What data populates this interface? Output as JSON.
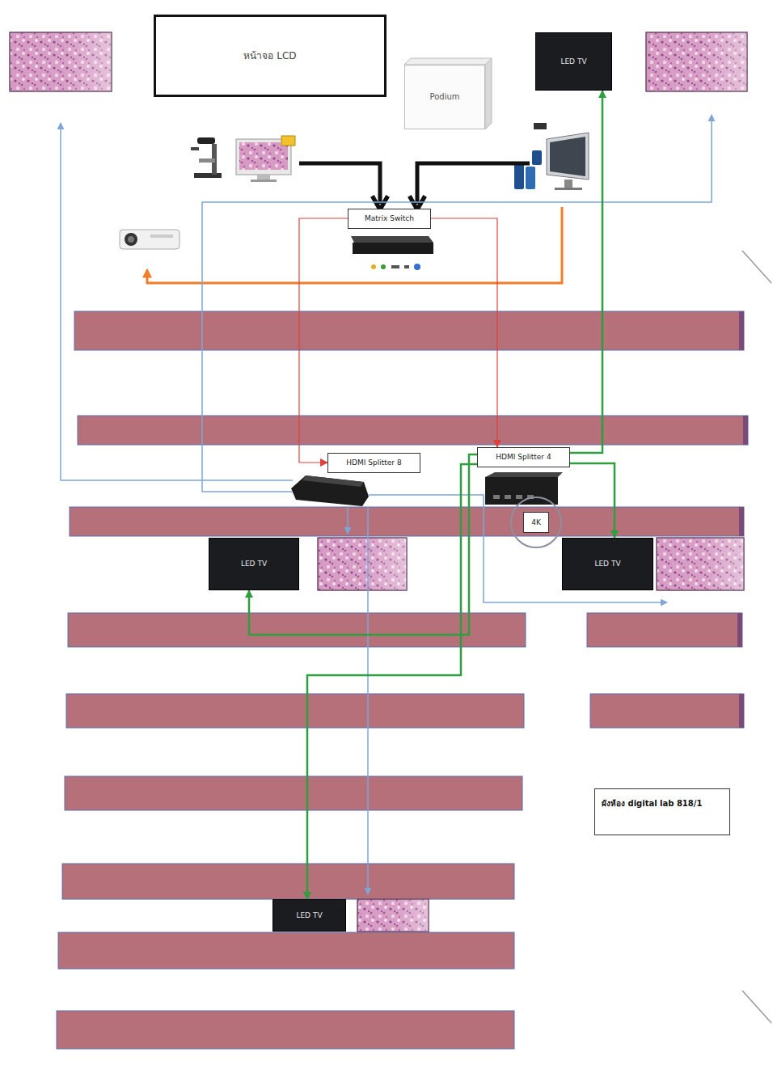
{
  "diagram": {
    "nodes": [
      {
        "text": [
          "หน้าจอ LCD"
        ]
      },
      {
        "text": [
          "Podium"
        ]
      },
      {
        "text": [
          "LED TV"
        ]
      },
      {
        "text": [
          "Matrix Switch"
        ]
      },
      {
        "text": [
          "HDMI Splitter 8"
        ]
      },
      {
        "text": [
          "HDMI Splitter 4"
        ]
      },
      {
        "text": [
          "4K"
        ]
      },
      {
        "text": [
          "LED TV"
        ]
      },
      {
        "text": [
          "LED TV"
        ]
      },
      {
        "text": [
          "LED TV"
        ]
      },
      {
        "text": [
          "ผังห้อง digital lab 818/1"
        ]
      }
    ],
    "edges": [
      {
        "from": 3,
        "to": 4,
        "arrow": "to"
      },
      {
        "from": 3,
        "to": 5,
        "arrow": "to"
      },
      {
        "from": 5,
        "to": 2,
        "arrow": "to"
      },
      {
        "from": 5,
        "to": 8,
        "arrow": "to"
      },
      {
        "from": 5,
        "to": 7,
        "arrow": "to"
      },
      {
        "from": 5,
        "to": 9,
        "arrow": "to"
      }
    ]
  }
}
